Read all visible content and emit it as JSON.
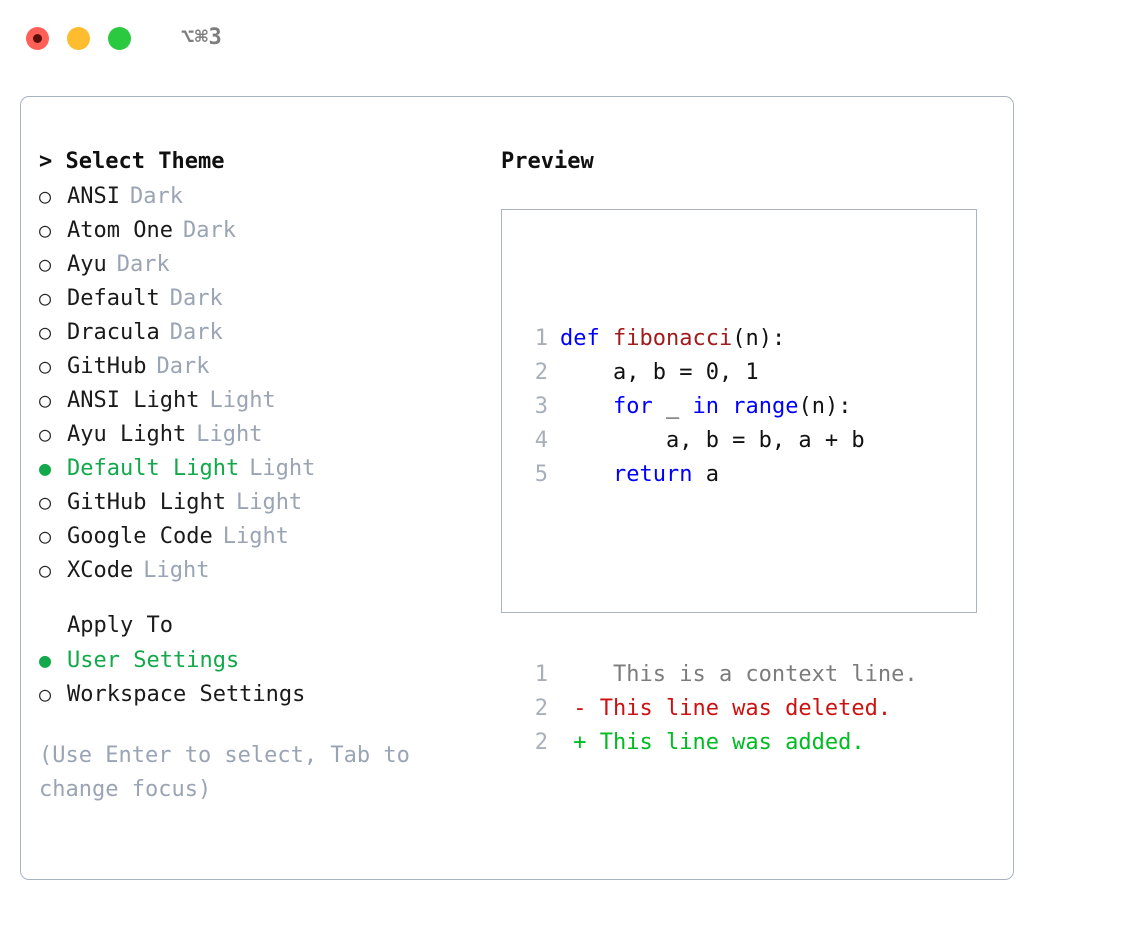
{
  "window": {
    "shortcut": "⌥⌘3",
    "lights": [
      {
        "name": "close",
        "color": "#ff5f57"
      },
      {
        "name": "minimize",
        "color": "#febc2e"
      },
      {
        "name": "maximize",
        "color": "#2ac940"
      }
    ]
  },
  "theme_section": {
    "caret": ">",
    "title": "Select Theme",
    "selected_index": 8,
    "items": [
      {
        "label": "ANSI",
        "tag": "Dark",
        "selected": false,
        "bullet": "○"
      },
      {
        "label": "Atom One",
        "tag": "Dark",
        "selected": false,
        "bullet": "○"
      },
      {
        "label": "Ayu",
        "tag": "Dark",
        "selected": false,
        "bullet": "○"
      },
      {
        "label": "Default",
        "tag": "Dark",
        "selected": false,
        "bullet": "○"
      },
      {
        "label": "Dracula",
        "tag": "Dark",
        "selected": false,
        "bullet": "○"
      },
      {
        "label": "GitHub",
        "tag": "Dark",
        "selected": false,
        "bullet": "○"
      },
      {
        "label": "ANSI Light",
        "tag": "Light",
        "selected": false,
        "bullet": "○"
      },
      {
        "label": "Ayu Light",
        "tag": "Light",
        "selected": false,
        "bullet": "○"
      },
      {
        "label": "Default Light",
        "tag": "Light",
        "selected": true,
        "bullet": "●"
      },
      {
        "label": "GitHub Light",
        "tag": "Light",
        "selected": false,
        "bullet": "○"
      },
      {
        "label": "Google Code",
        "tag": "Light",
        "selected": false,
        "bullet": "○"
      },
      {
        "label": "XCode",
        "tag": "Light",
        "selected": false,
        "bullet": "○"
      }
    ]
  },
  "apply_to_section": {
    "title": "Apply To",
    "items": [
      {
        "label": "User Settings",
        "selected": true,
        "bullet": "●"
      },
      {
        "label": "Workspace Settings",
        "selected": false,
        "bullet": "○"
      }
    ]
  },
  "hint": "(Use Enter to select, Tab to\nchange focus)",
  "preview": {
    "title": "Preview",
    "code_lines": [
      {
        "no": "1",
        "tokens": [
          {
            "t": "def ",
            "c": "kw"
          },
          {
            "t": "fibonacci",
            "c": "fn"
          },
          {
            "t": "(n):",
            "c": "txt"
          }
        ]
      },
      {
        "no": "2",
        "tokens": [
          {
            "t": "    a, b = 0, 1",
            "c": "txt"
          }
        ]
      },
      {
        "no": "3",
        "tokens": [
          {
            "t": "    ",
            "c": "txt"
          },
          {
            "t": "for",
            "c": "kw"
          },
          {
            "t": " _ ",
            "c": "txt"
          },
          {
            "t": "in range",
            "c": "kw"
          },
          {
            "t": "(n):",
            "c": "txt"
          }
        ]
      },
      {
        "no": "4",
        "tokens": [
          {
            "t": "        a, b = b, a + b",
            "c": "txt"
          }
        ]
      },
      {
        "no": "5",
        "tokens": [
          {
            "t": "    ",
            "c": "txt"
          },
          {
            "t": "return",
            "c": "kw"
          },
          {
            "t": " a",
            "c": "txt"
          }
        ]
      }
    ],
    "diff_lines": [
      {
        "no": "1",
        "marker": " ",
        "text": "  This is a context line.",
        "kind": "ctx"
      },
      {
        "no": "2",
        "marker": "-",
        "text": " This line was deleted.",
        "kind": "del"
      },
      {
        "no": "2",
        "marker": "+",
        "text": " This line was added.",
        "kind": "add"
      }
    ]
  },
  "colors": {
    "accent_green": "#11a94a",
    "muted": "#9aa4b4",
    "border": "#a9b3c1",
    "keyword_blue": "#0000ff",
    "function_red": "#a01b1b",
    "diff_added": "#00bb22",
    "diff_deleted": "#cc1111"
  }
}
